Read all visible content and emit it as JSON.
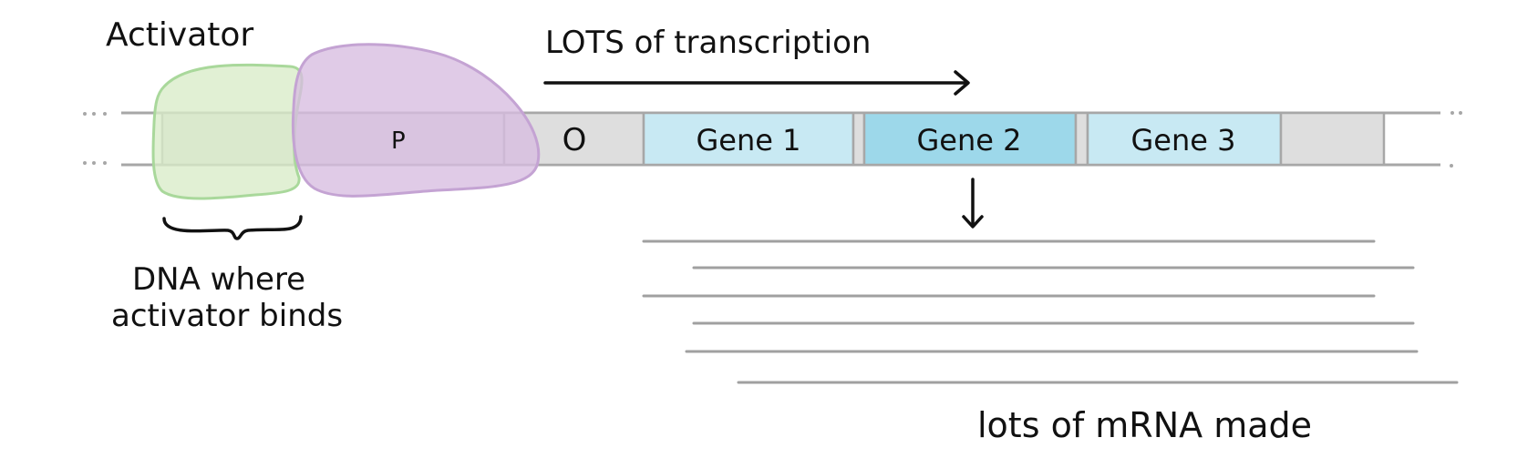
{
  "labels": {
    "activator": "Activator",
    "transcription": "LOTS of transcription",
    "binding_site_line1": "DNA where",
    "binding_site_line2": "activator binds",
    "mrna": "lots of mRNA made"
  },
  "dna": {
    "promoter": "P",
    "operator": "O",
    "genes": [
      "Gene 1",
      "Gene 2",
      "Gene 3"
    ]
  },
  "colors": {
    "dna_strand": "#a7a7a7",
    "dna_fill": "#dedede",
    "gene_light": "#c8e9f3",
    "gene_highlight": "#9dd8ea",
    "activator_fill": "#d8ecc8",
    "activator_stroke": "#a9d89b",
    "polymerase_fill": "#d7bde0",
    "polymerase_stroke": "#c4a3d3",
    "mrna": "#a0a0a0"
  },
  "mrna_strand_count": 6
}
